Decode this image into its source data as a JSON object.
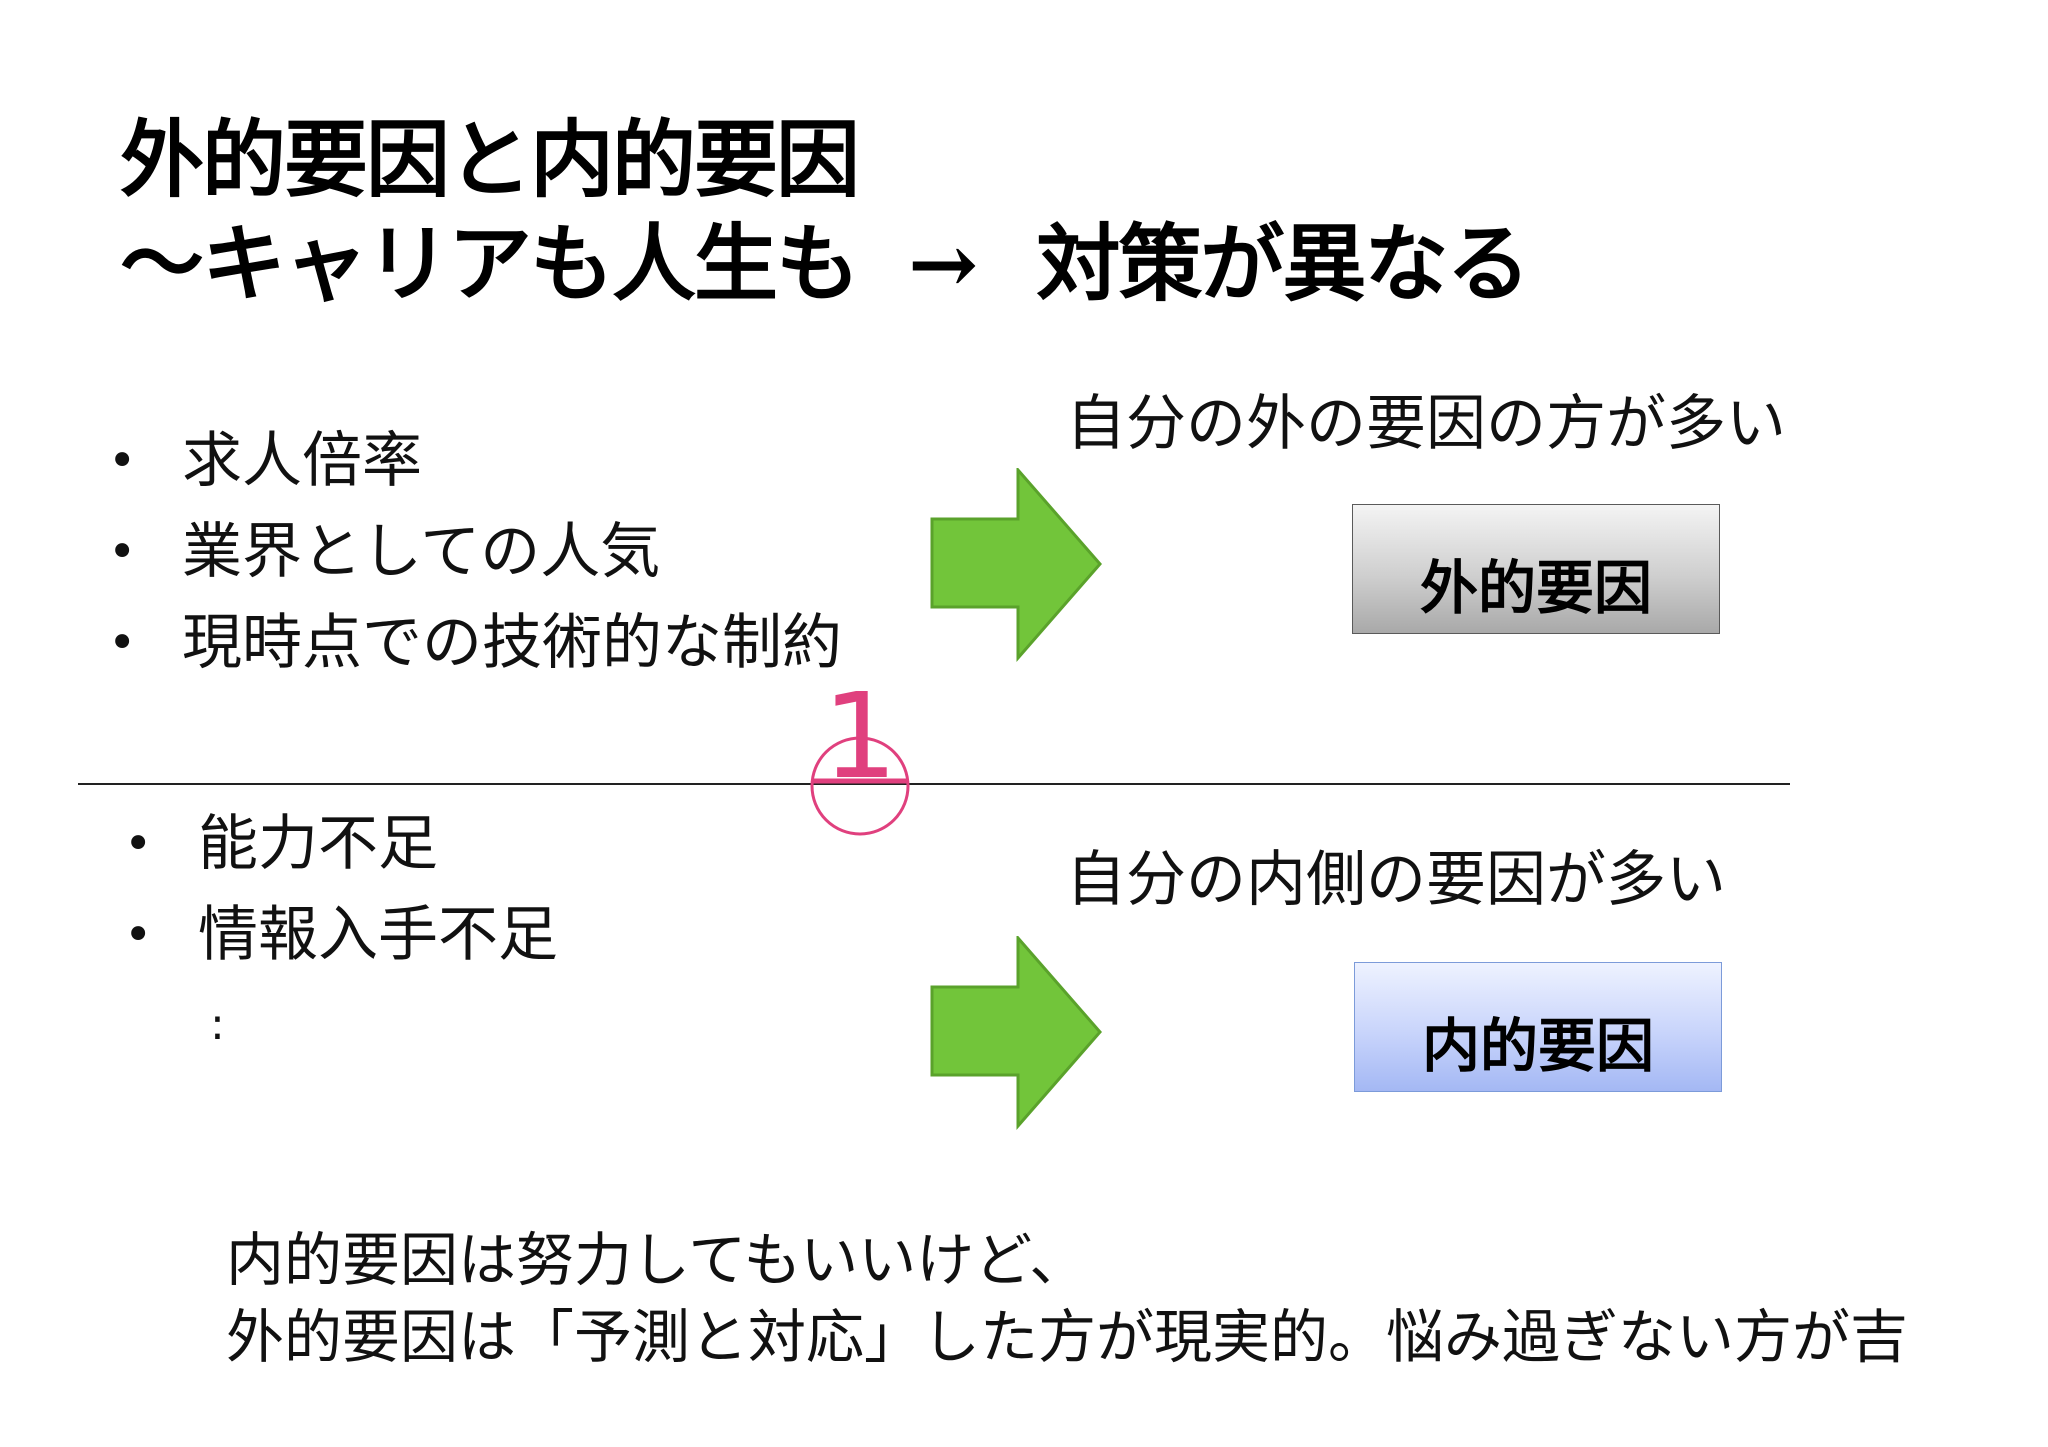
{
  "title": {
    "line1": "外的要因と内的要因",
    "line2_left": "～キャリアも人生も",
    "line2_arrow": "→",
    "line2_right": "対策が異なる"
  },
  "external": {
    "bullets": [
      "求人倍率",
      "業界としての人気",
      "現時点での技術的な制約"
    ],
    "caption": "自分の外の要因の方が多い",
    "box_label": "外的要因"
  },
  "internal": {
    "bullets": [
      "能力不足",
      "情報入手不足"
    ],
    "ellipsis": ":",
    "caption": "自分の内側の要因が多い",
    "box_label": "内的要因"
  },
  "page_mark": "1",
  "footer": {
    "line1": "内的要因は努力してもいいけど、",
    "line2": "外的要因は「予測と対応」した方が現実的。悩み過ぎない方が吉"
  },
  "colors": {
    "arrow_fill": "#72c53a",
    "arrow_stroke": "#5aa22b",
    "page_mark": "#e0407e",
    "external_box": "#c8c8c8",
    "internal_box": "#b9c8f8"
  }
}
